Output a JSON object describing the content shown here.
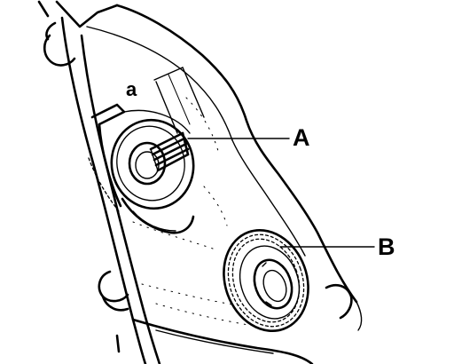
{
  "labels": {
    "a": "a",
    "A": "A",
    "B": "B"
  },
  "colors": {
    "line": "#000000",
    "background": "#ffffff"
  }
}
